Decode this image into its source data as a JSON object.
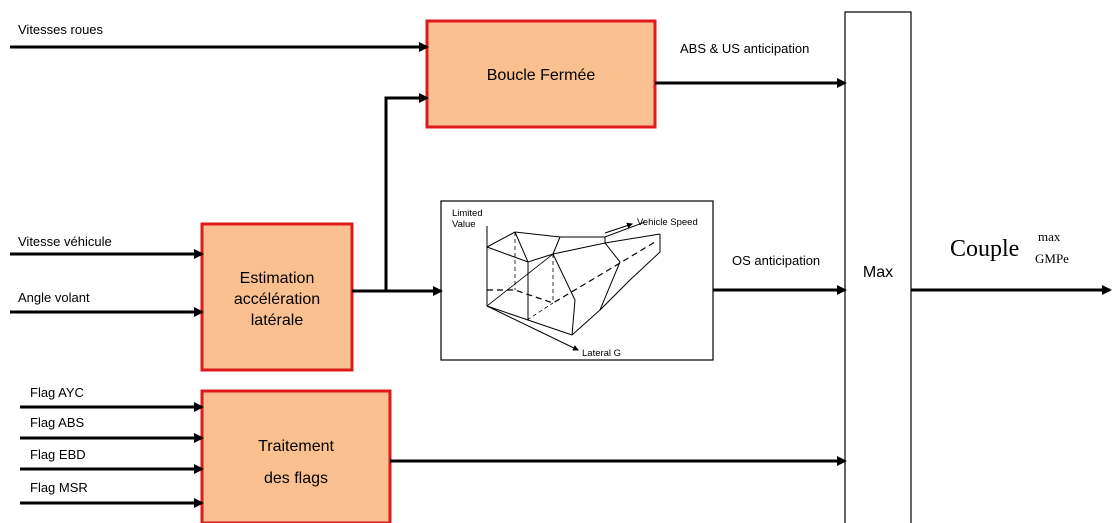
{
  "inputs": {
    "vitesses_roues": "Vitesses roues",
    "vitesse_vehicule": "Vitesse véhicule",
    "angle_volant": "Angle volant",
    "flag_ayc": "Flag AYC",
    "flag_abs": "Flag ABS",
    "flag_ebd": "Flag EBD",
    "flag_msr": "Flag MSR"
  },
  "blocks": {
    "boucle_fermee": "Boucle Fermée",
    "estimation": [
      "Estimation",
      "accélération",
      "latérale"
    ],
    "traitement": [
      "Traitement",
      "des flags"
    ],
    "max": "Max"
  },
  "signals": {
    "abs_us": "ABS & US anticipation",
    "os": "OS anticipation"
  },
  "output": {
    "main": "Couple",
    "sup": "max",
    "sub": "GMPe"
  },
  "map_graph": {
    "limited_value": [
      "Limited",
      "Value"
    ],
    "vehicle_speed": "Vehicle Speed",
    "lateral_g": "Lateral G"
  },
  "colors": {
    "block_fill": "#fac090",
    "block_border": "#e0191d",
    "line": "#000000"
  }
}
